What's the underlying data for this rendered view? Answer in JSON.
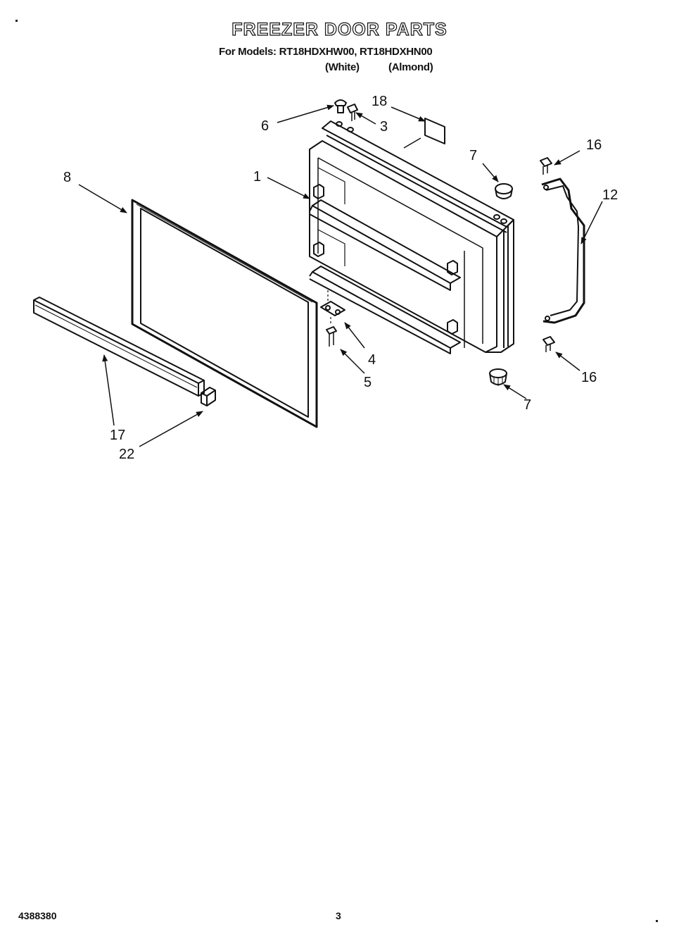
{
  "header": {
    "title": "FREEZER DOOR PARTS",
    "models_line": "For Models: RT18HDXHW00, RT18HDXHN00",
    "variant_white": "(White)",
    "variant_almond": "(Almond)"
  },
  "callouts": {
    "p1": "1",
    "p3": "3",
    "p4": "4",
    "p5": "5",
    "p6": "6",
    "p7_top": "7",
    "p7_bottom": "7",
    "p8": "8",
    "p12": "12",
    "p16_top": "16",
    "p16_bottom": "16",
    "p17": "17",
    "p18": "18",
    "p22": "22"
  },
  "footer": {
    "part_number": "4388380",
    "page": "3"
  },
  "colors": {
    "ink": "#111111",
    "paper": "#ffffff"
  }
}
